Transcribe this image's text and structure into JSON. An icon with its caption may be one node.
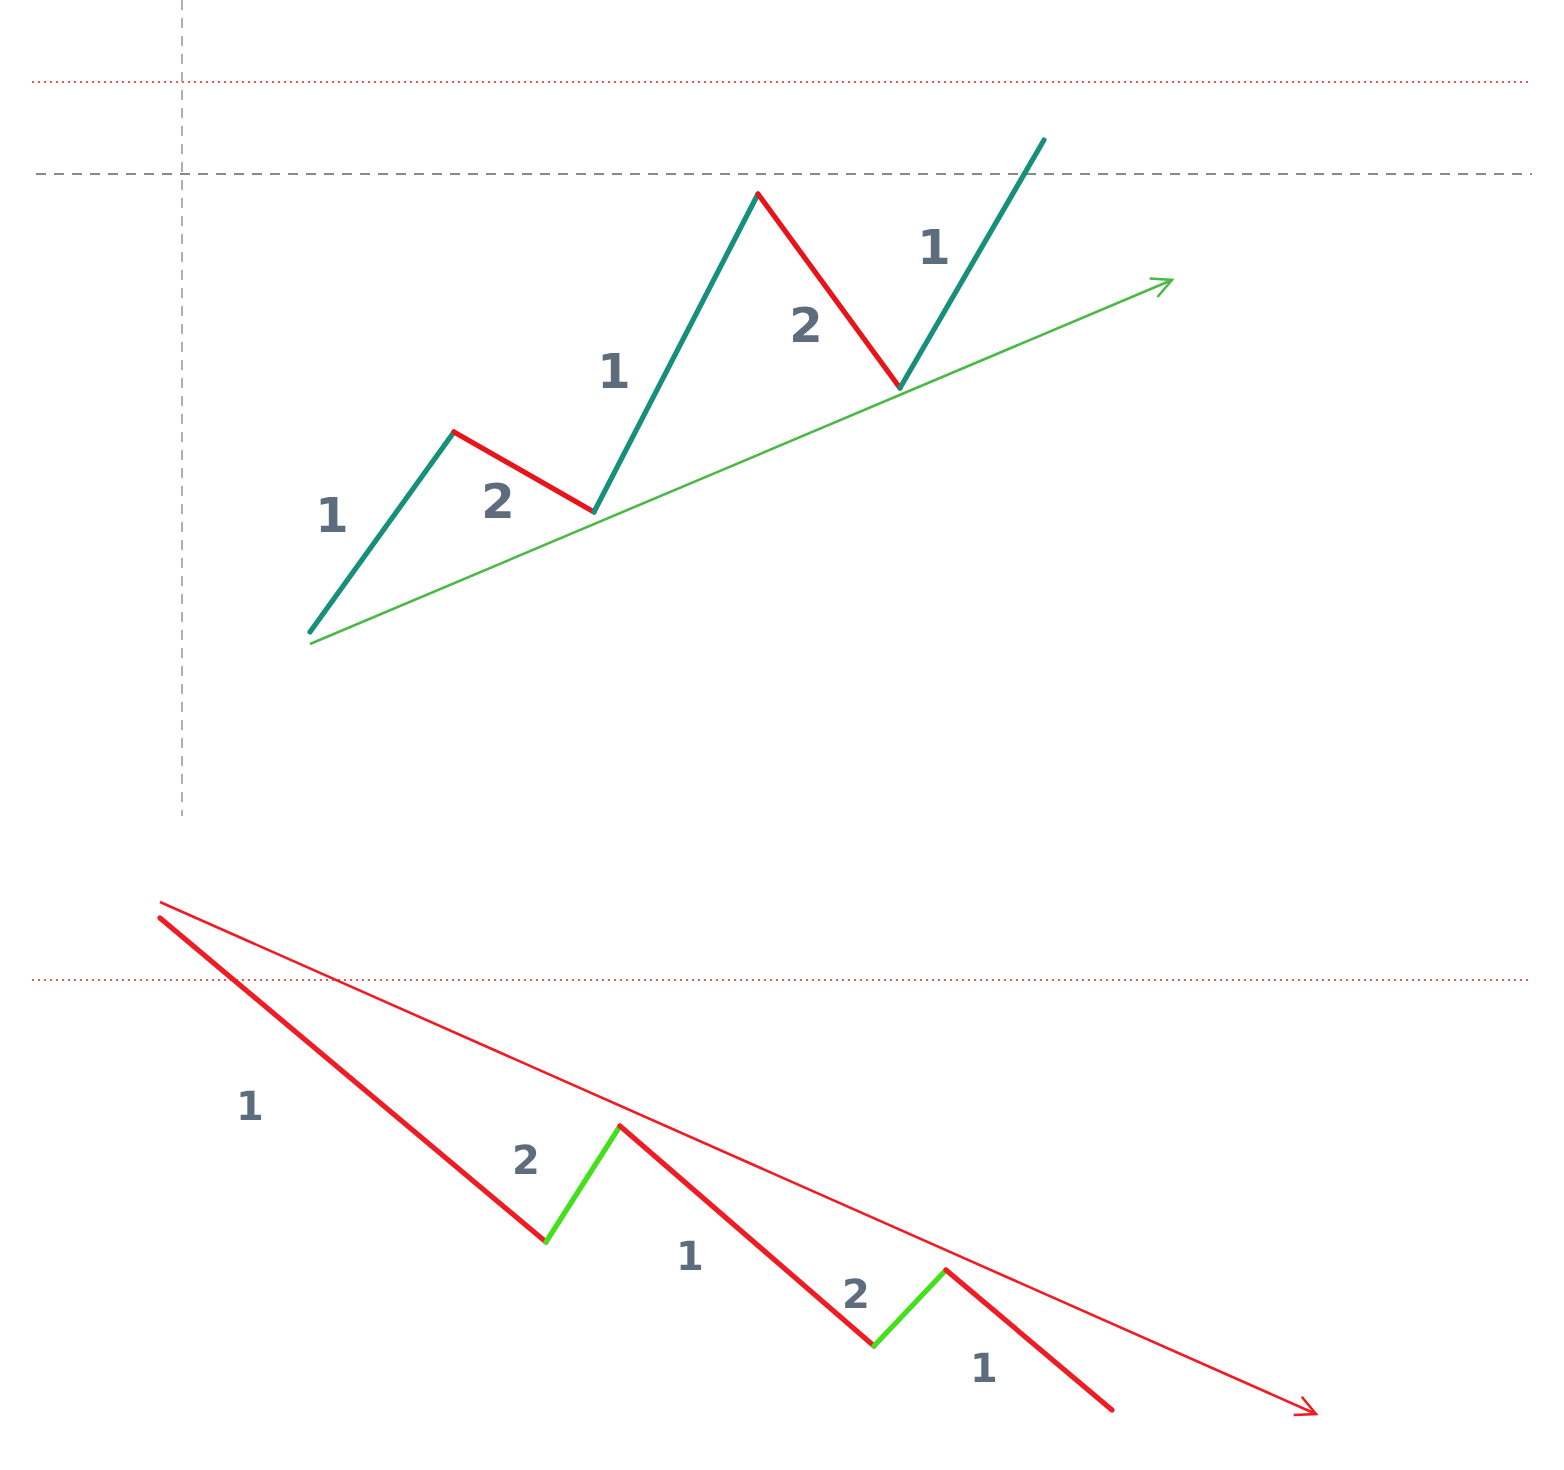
{
  "diagram": {
    "labels": [
      "1",
      "2",
      "1",
      "2",
      "1",
      "1",
      "2",
      "1",
      "2",
      "1"
    ]
  }
}
